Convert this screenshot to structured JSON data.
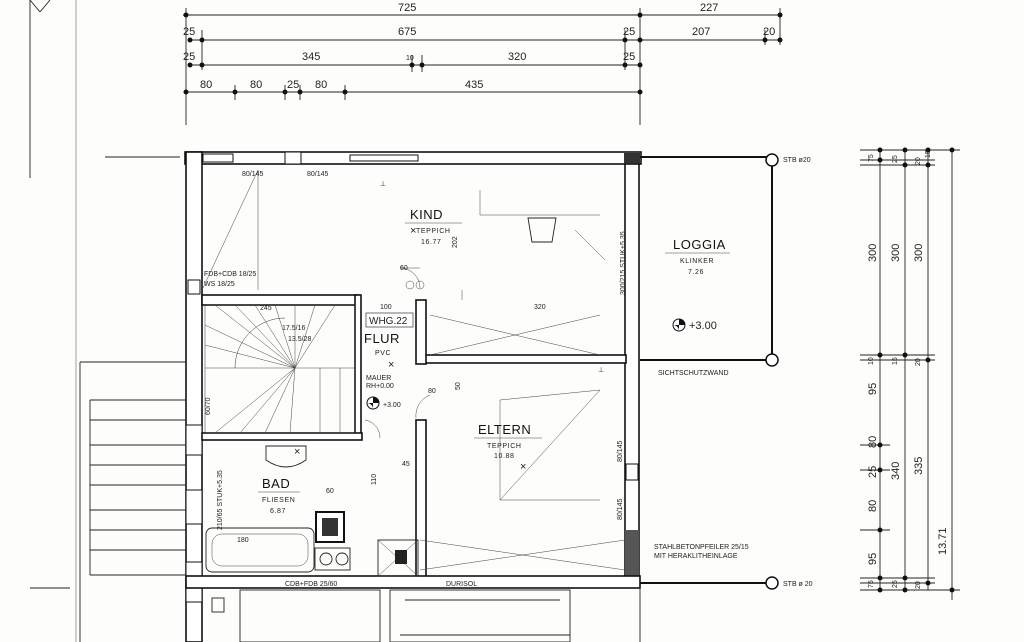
{
  "dimensions": {
    "row1": [
      "725",
      "227"
    ],
    "row2": [
      "25",
      "675",
      "25",
      "207",
      "20"
    ],
    "row3": [
      "25",
      "345",
      "10",
      "320",
      "25"
    ],
    "row4": [
      "80",
      "80",
      "25",
      "80",
      "435"
    ],
    "right": [
      "75",
      "25",
      "20",
      "15",
      "300",
      "300",
      "300",
      "10",
      "15",
      "20",
      "95",
      "80",
      "340",
      "335",
      "25",
      "80",
      "95",
      "75",
      "25",
      "20",
      "13.71"
    ]
  },
  "rooms": {
    "kind": {
      "name": "KIND",
      "floor": "TEPPICH",
      "area": "16.77"
    },
    "loggia": {
      "name": "LOGGIA",
      "floor": "KLINKER",
      "area": "7.26"
    },
    "flur": {
      "name": "FLUR",
      "floor": "PVC"
    },
    "eltern": {
      "name": "ELTERN",
      "floor": "TEPPICH",
      "area": "10.88"
    },
    "bad": {
      "name": "BAD",
      "floor": "FLIESEN",
      "area": "6.87"
    }
  },
  "labels": {
    "apartment": "WHG.22",
    "stb_top": "STB ø20",
    "stb_bottom": "STB ø 20",
    "sichtschutz": "SICHTSCHUTZWAND",
    "pillar1": "STAHLBETONPFEILER 25/15",
    "pillar2": "MIT HERAKLITHEINLAGE",
    "fdb": "FDB+CDB 18/25",
    "ws": "WS 18/25",
    "cdb_bottom": "CDB+FDB 25/60",
    "durisol": "DURISOL",
    "window1": "80/145",
    "window2": "80/145",
    "level_loggia": "+3.00",
    "level_flur": "+3.00",
    "mauer1": "MAUER",
    "mauer2": "RH+0.00",
    "sturz1": "300/215 STUK+5.35",
    "sturz2": "210/65 STUK+5.35",
    "stair": "17.5/16",
    "stair2": "13.5/28",
    "d245": "245",
    "d320": "320",
    "d100": "100",
    "d60": "60",
    "d60b": "60",
    "d110": "110",
    "d80": "80",
    "d180": "180",
    "d145a": "80/145",
    "d145b": "80/145",
    "d60_70": "60/70",
    "d50": "50",
    "d45": "45",
    "d202": "202"
  }
}
